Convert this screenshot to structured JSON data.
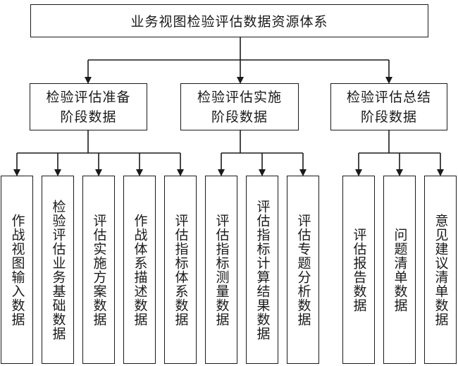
{
  "root": {
    "title": "业务视图检验评估数据资源体系"
  },
  "stages": [
    {
      "line1": "检验评估准备",
      "line2": "阶段数据",
      "children": [
        "作战视图输入数据",
        "检验评估业务基础数据",
        "评估实施方案数据",
        "作战体系描述数据",
        "评估指标体系数据"
      ]
    },
    {
      "line1": "检验评估实施",
      "line2": "阶段数据",
      "children": [
        "评估指标测量数据",
        "评估指标计算结果数据",
        "评估专题分析数据"
      ]
    },
    {
      "line1": "检验评估总结",
      "line2": "阶段数据",
      "children": [
        "评估报告数据",
        "问题清单数据",
        "意见建议清单数据"
      ]
    }
  ]
}
